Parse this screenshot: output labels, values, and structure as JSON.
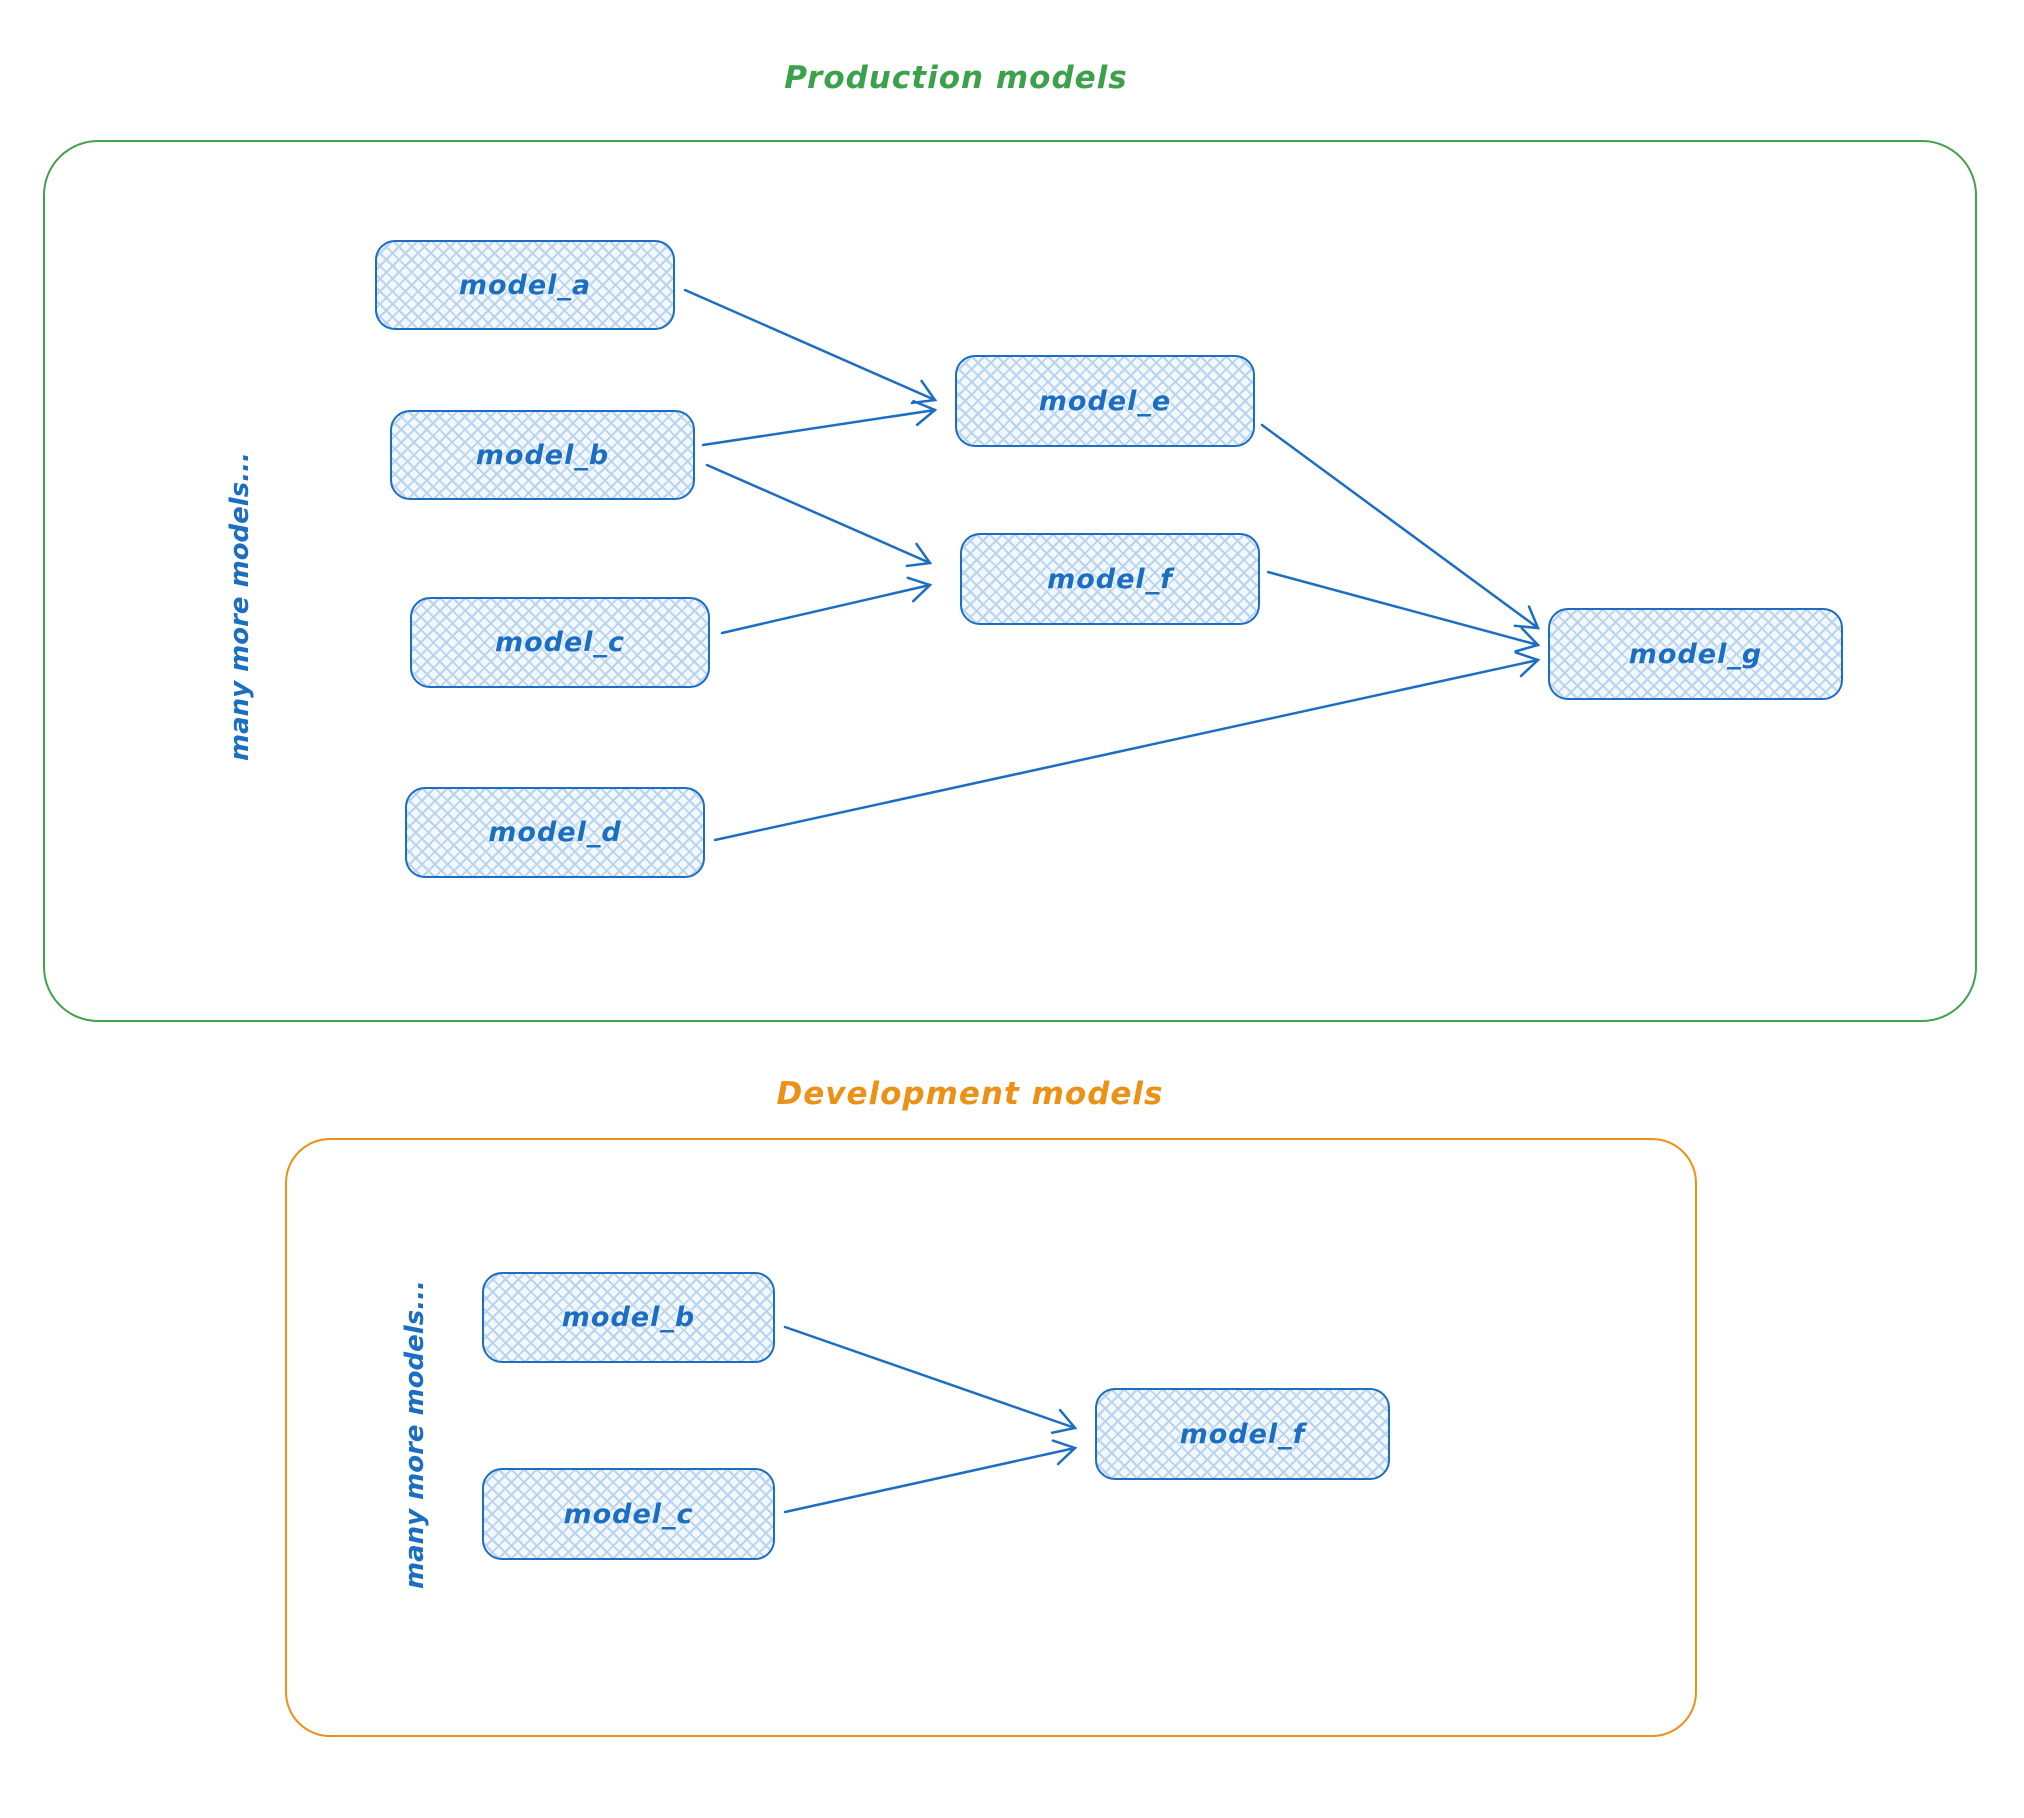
{
  "colors": {
    "node_stroke": "#1b6ec2",
    "node_text": "#1b6ec2",
    "node_fill_base": "#f2f8fd",
    "node_crosshatch": "#b8d4f0",
    "arrow": "#1b6ec2",
    "production_border": "#41a14d",
    "production_title_color": "#3ba14a",
    "development_border": "#ec9016",
    "development_title_color": "#ec9016"
  },
  "production": {
    "title": "Production models",
    "side_label": "many more models...",
    "nodes": [
      {
        "id": "model_a",
        "label": "model_a"
      },
      {
        "id": "model_b",
        "label": "model_b"
      },
      {
        "id": "model_c",
        "label": "model_c"
      },
      {
        "id": "model_d",
        "label": "model_d"
      },
      {
        "id": "model_e",
        "label": "model_e"
      },
      {
        "id": "model_f",
        "label": "model_f"
      },
      {
        "id": "model_g",
        "label": "model_g"
      }
    ],
    "edges": [
      {
        "from": "model_a",
        "to": "model_e"
      },
      {
        "from": "model_b",
        "to": "model_e"
      },
      {
        "from": "model_b",
        "to": "model_f"
      },
      {
        "from": "model_c",
        "to": "model_f"
      },
      {
        "from": "model_e",
        "to": "model_g"
      },
      {
        "from": "model_f",
        "to": "model_g"
      },
      {
        "from": "model_d",
        "to": "model_g"
      }
    ]
  },
  "development": {
    "title": "Development models",
    "side_label": "many more models...",
    "nodes": [
      {
        "id": "model_b",
        "label": "model_b"
      },
      {
        "id": "model_c",
        "label": "model_c"
      },
      {
        "id": "model_f",
        "label": "model_f"
      }
    ],
    "edges": [
      {
        "from": "model_b",
        "to": "model_f"
      },
      {
        "from": "model_c",
        "to": "model_f"
      }
    ]
  }
}
